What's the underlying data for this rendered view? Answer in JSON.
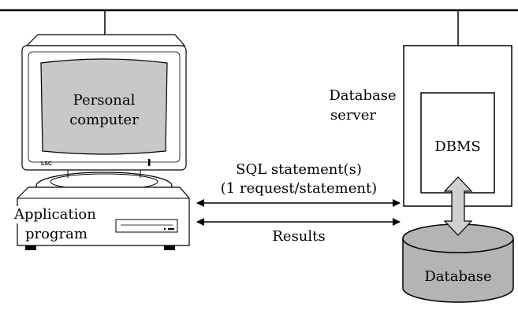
{
  "computer": {
    "screen_label_line1": "Personal",
    "screen_label_line2": "computer",
    "brand": "LSC",
    "app_label_line1": "Application",
    "app_label_line2": "program"
  },
  "server": {
    "label_line1": "Database",
    "label_line2": "server",
    "dbms_label": "DBMS"
  },
  "database": {
    "label": "Database"
  },
  "connections": {
    "request_line1": "SQL statement(s)",
    "request_line2": "(1 request/statement)",
    "results": "Results"
  },
  "colors": {
    "screen": "#c8c8c8",
    "monitor_body": "#ffffff",
    "cylinder": "#b4b4b4",
    "db_arrow": "#d0d0d0",
    "line": "#000000"
  }
}
